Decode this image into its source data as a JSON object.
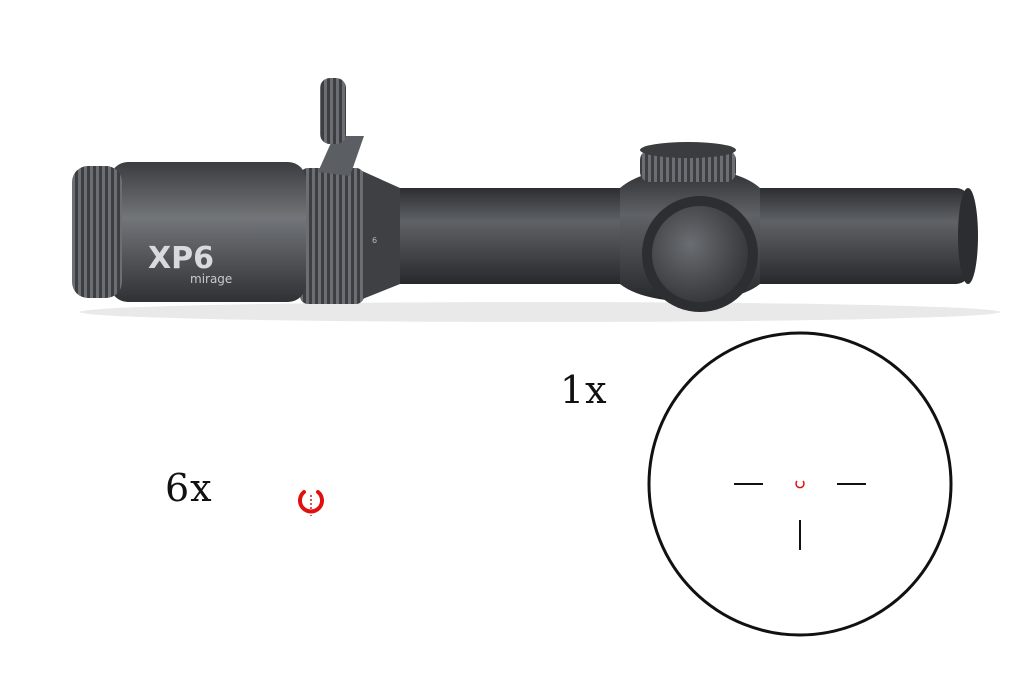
{
  "product": {
    "model": "XP6",
    "submodel": "mirage",
    "dial_mark": "6"
  },
  "reticle_views": [
    {
      "magnification": "1x"
    },
    {
      "magnification": "6x"
    }
  ],
  "colors": {
    "scope_body": "#4a4c4f",
    "scope_dark": "#2e3033",
    "reticle_line": "#111111",
    "reticle_dot": "#e01010",
    "background": "#ffffff"
  }
}
